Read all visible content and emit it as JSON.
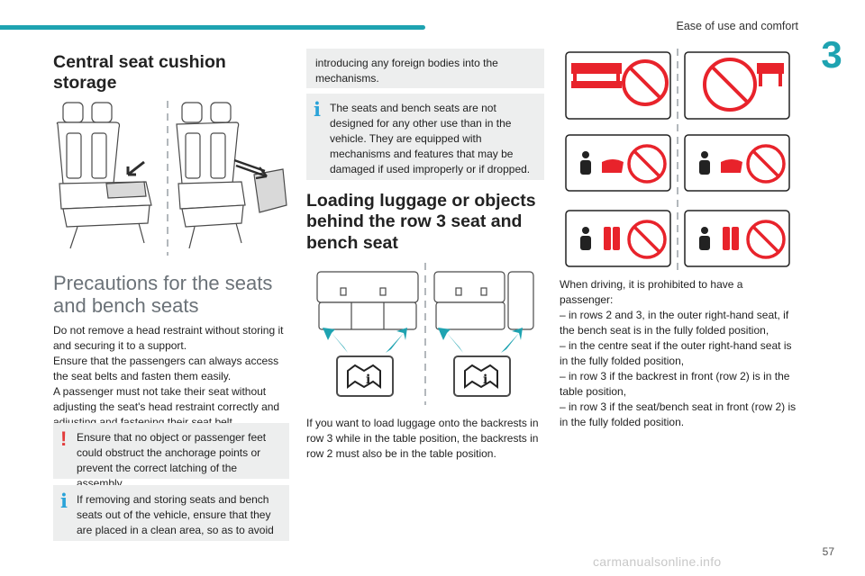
{
  "header": {
    "chapter_title": "Ease of use and comfort",
    "chapter_number": "3",
    "page_number": "57"
  },
  "col1": {
    "title": "Central seat cushion storage",
    "section_title": "Precautions for the seats and bench seats",
    "paragraphs": [
      "Do not remove a head restraint without storing it and securing it to a support.",
      "Ensure that the passengers can always access the seat belts and fasten them easily.",
      "A passenger must not take their seat without adjusting the seat's head restraint correctly and adjusting and fastening their seat belt."
    ],
    "warning_note": "Ensure that no object or passenger feet could obstruct the anchorage points or prevent the correct latching of the assembly.",
    "info_note": "If removing and storing seats and bench seats out of the vehicle, ensure that they are placed in a clean area, so as to avoid"
  },
  "col2": {
    "note_continued": "introducing any foreign bodies into the mechanisms.",
    "info_note": "The seats and bench seats are not designed for any other use than in the vehicle. They are equipped with mechanisms and features that may be damaged if used improperly or if dropped.",
    "title": "Loading luggage or objects behind the row 3 seat and bench seat",
    "paragraph": "If you want to load luggage onto the backrests in row 3 while in the table position, the backrests in row 2 must also be in the table position."
  },
  "col3": {
    "intro": "When driving, it is prohibited to have a passenger:",
    "items": [
      "– in rows 2 and 3, in the outer right-hand seat, if the bench seat is in the fully folded position,",
      "– in the centre seat if the outer right-hand seat is in the fully folded position,",
      "– in row 3 if the backrest in front (row 2) is in the table position,",
      "– in row 3 if the seat/bench seat in front (row 2) is in the fully folded position."
    ]
  },
  "watermark": "carmanualsonline.info",
  "colors": {
    "accent": "#1ea3b1",
    "warning": "#e23b3b",
    "info": "#2aa3d8",
    "prohibition": "#e8232b",
    "note_bg": "#edeeee"
  }
}
